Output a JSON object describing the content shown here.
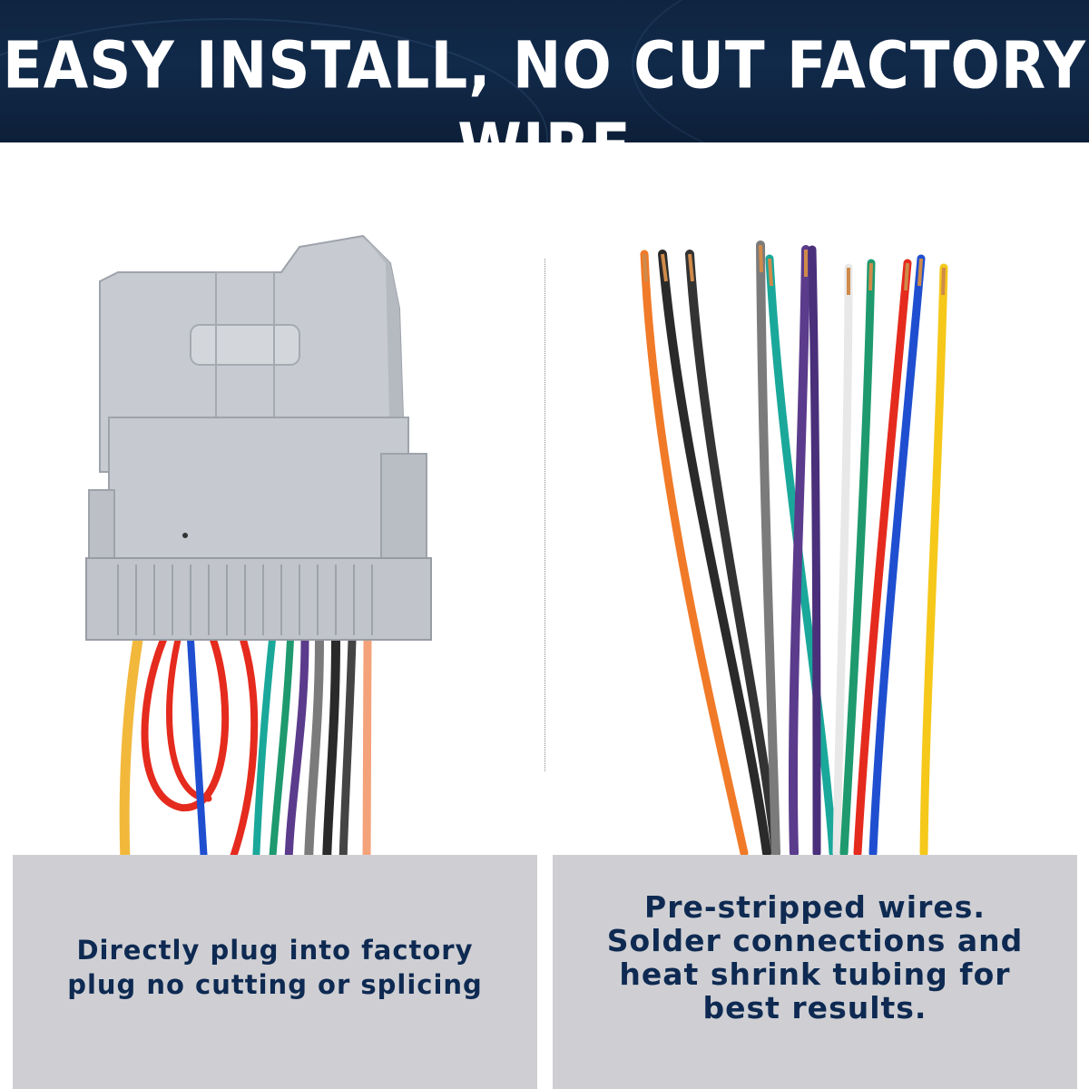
{
  "banner": {
    "title": "EASY INSTALL, NO CUT FACTORY WIRE",
    "background": "#112a4a"
  },
  "left_panel": {
    "illustration": "connector-plug-with-wires",
    "caption_lines": [
      "Directly plug into factory",
      "plug no cutting or splicing"
    ]
  },
  "right_panel": {
    "illustration": "pre-stripped-wires",
    "caption_lines": [
      "Pre-stripped wires.",
      "Solder connections and",
      "heat shrink tubing for",
      "best results."
    ]
  },
  "colors": {
    "caption_text": "#0e2a52",
    "caption_box": "#cfcfd3",
    "connector": "#c8cbd1",
    "wire_orange": "#f07a28",
    "wire_black": "#2a2a2a",
    "wire_gray": "#7b7b7b",
    "wire_teal": "#1aa89a",
    "wire_purple": "#5b3b8c",
    "wire_white": "#f4f4f4",
    "wire_green": "#1e9a6e",
    "wire_red": "#e52b1e",
    "wire_blue": "#1f4fd0",
    "wire_yellow": "#f5c81a"
  }
}
